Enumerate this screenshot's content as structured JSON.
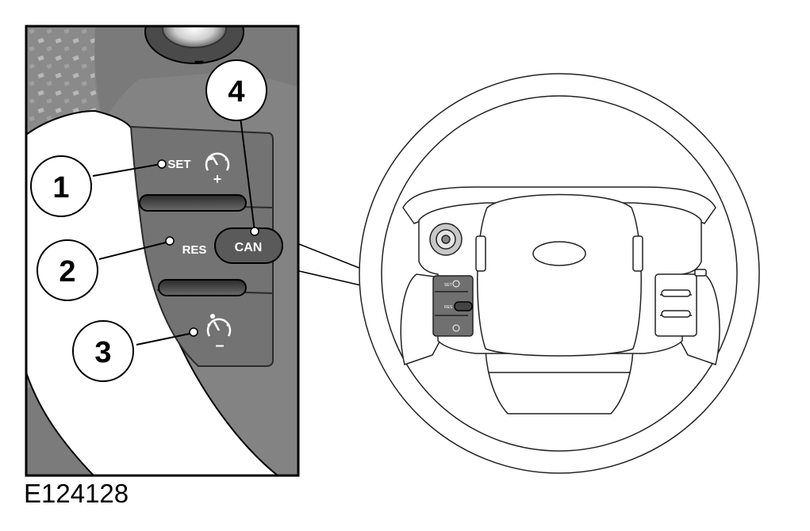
{
  "figure": {
    "reference_code": "E124128",
    "callouts": [
      {
        "number": "1"
      },
      {
        "number": "2"
      },
      {
        "number": "3"
      },
      {
        "number": "4"
      }
    ],
    "switch_labels": {
      "set": "SET",
      "res": "RES",
      "can": "CAN",
      "plus": "+",
      "minus": "–",
      "mini_set": "SET",
      "mini_res": "RES"
    },
    "icons": [
      "cruise-speedometer-plus-icon",
      "cruise-speedometer-minus-icon"
    ],
    "colors": {
      "panel_bg": "#838383",
      "switch_plate": "#707070",
      "cancel_button": "#5a5a5a",
      "outline": "#000000"
    }
  }
}
